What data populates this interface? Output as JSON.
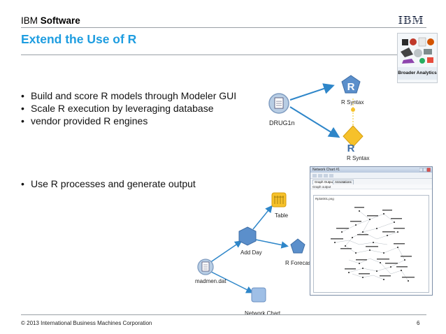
{
  "header": {
    "brand_light": "IBM ",
    "brand_bold": "Software",
    "logo_text": "IBM",
    "title": "Extend the Use of R"
  },
  "thumbnail": {
    "label": "Broader Analytics"
  },
  "bullets_top": [
    "Build and score R models through Modeler GUI",
    "Scale R execution by leveraging database",
    "vendor provided R engines"
  ],
  "bullets_bottom": [
    "Use R processes and generate output"
  ],
  "stream_top": {
    "source_label": "DRUG1n",
    "model_label": "R Syntax",
    "nugget_label": "R Syntax",
    "model_glyph": "R",
    "nugget_glyph": "R"
  },
  "stream_bottom": {
    "source_label": "madmen.dat",
    "derive_label": "Add Day",
    "table_label": "Table",
    "forecast_label": "R Forecast",
    "network_label": "Network Chart"
  },
  "network_window": {
    "title": "Network Chart #1",
    "tab_active": "Graph Output",
    "tab_other": "Annotations",
    "subtitle": "Graph output",
    "caption": "Rplot001.png"
  },
  "footer": {
    "copyright": "© 2013 International Business Machines Corporation",
    "page_number": "6"
  },
  "colors": {
    "title_blue": "#1e9de0",
    "node_blue": "#5b8fcb",
    "node_yellow": "#f6c12a",
    "arrow_blue": "#2e86c9"
  }
}
